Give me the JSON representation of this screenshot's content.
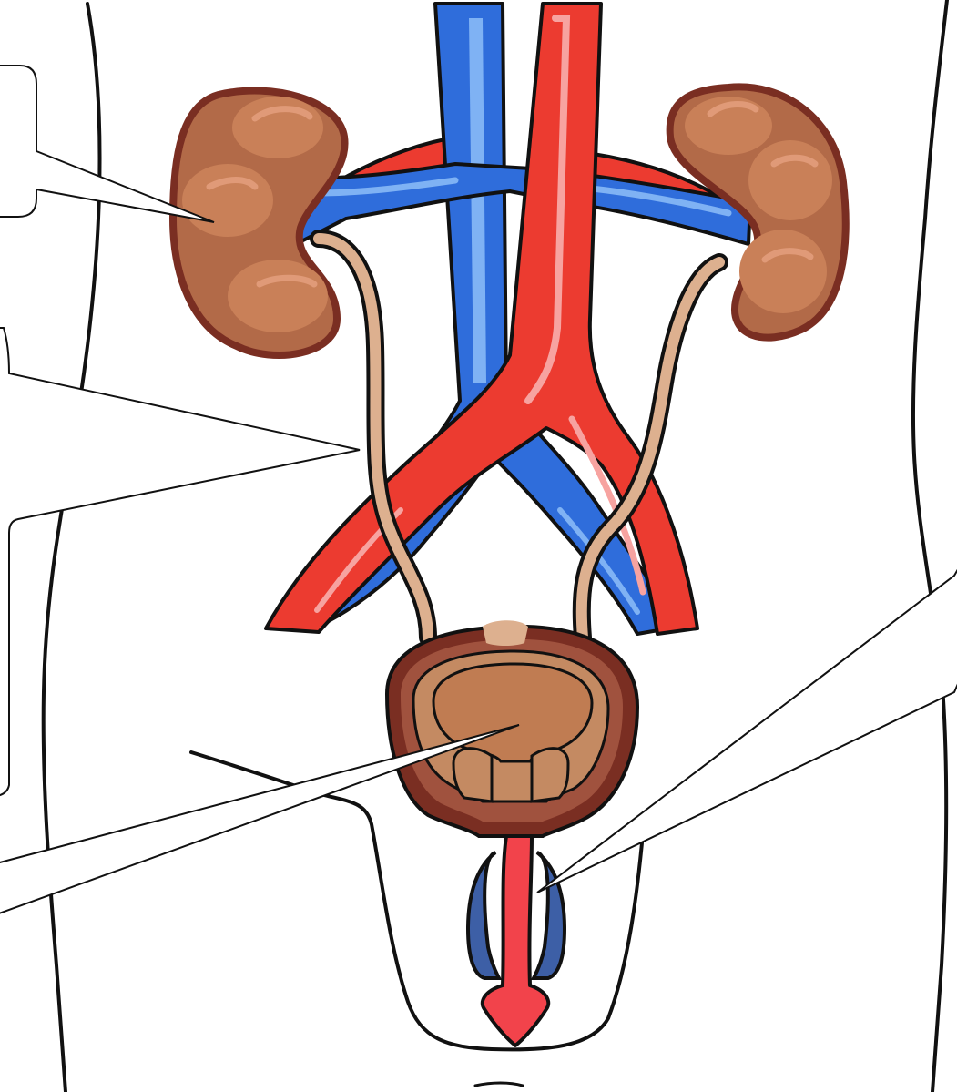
{
  "figure": {
    "subject": "urinary-system",
    "colors": {
      "background": "#ffffff",
      "outline": "#111111",
      "kidney_fill": "#b26a48",
      "kidney_edge": "#7a2e22",
      "kidney_lobe": "#c98058",
      "kidney_highlight": "#e09a78",
      "vein": "#2f6ddb",
      "vein_highlight": "#7fb2f4",
      "artery": "#ec3b30",
      "artery_highlight": "#f7a3a0",
      "ureter": "#ddb08f",
      "bladder_outer": "#7a2e22",
      "bladder_wall": "#a0523e",
      "bladder_inner": "#c48a62",
      "bladder_lumen": "#c07c52",
      "urethra": "#f2434b",
      "urethra_side": "#3d5fa6"
    },
    "callouts": [
      "kidney-callout",
      "ureter-callout",
      "bladder-callout",
      "urethra-callout"
    ]
  }
}
